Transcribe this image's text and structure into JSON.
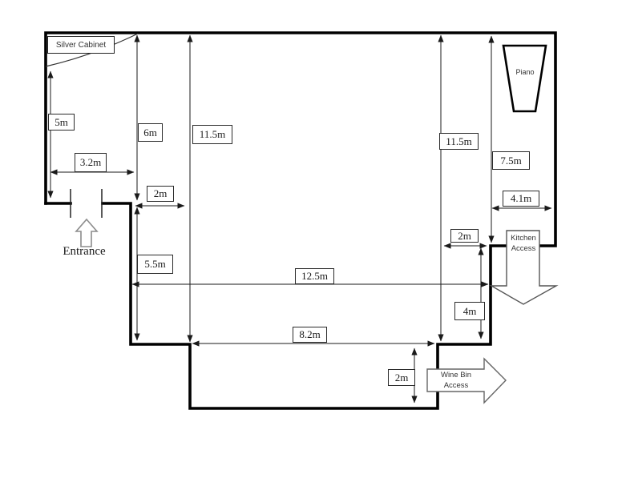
{
  "diagram_type": "floor-plan",
  "colors": {
    "background": "#ffffff",
    "wall": "#000000",
    "dimension_line": "#1a1a1a",
    "arrow_outline": "#777777"
  },
  "floor_plan": {
    "objects": {
      "silver_cabinet": "Silver Cabinet",
      "piano": "Piano"
    },
    "entrance_label": "Entrance",
    "kitchen_access": {
      "line1": "Kitchen",
      "line2": "Access"
    },
    "wine_bin_access": {
      "line1": "Wine Bin",
      "line2": "Access"
    },
    "dimensions": {
      "dim_5m": "5m",
      "dim_3_2m": "3.2m",
      "dim_6m": "6m",
      "dim_11_5m_left": "11.5m",
      "dim_2m_entrance": "2m",
      "dim_5_5m": "5.5m",
      "dim_12_5m": "12.5m",
      "dim_8_2m": "8.2m",
      "dim_11_5m_right": "11.5m",
      "dim_7_5m": "7.5m",
      "dim_4_1m": "4.1m",
      "dim_2m_kitchen": "2m",
      "dim_4m": "4m",
      "dim_2m_wine_bin": "2m"
    }
  }
}
